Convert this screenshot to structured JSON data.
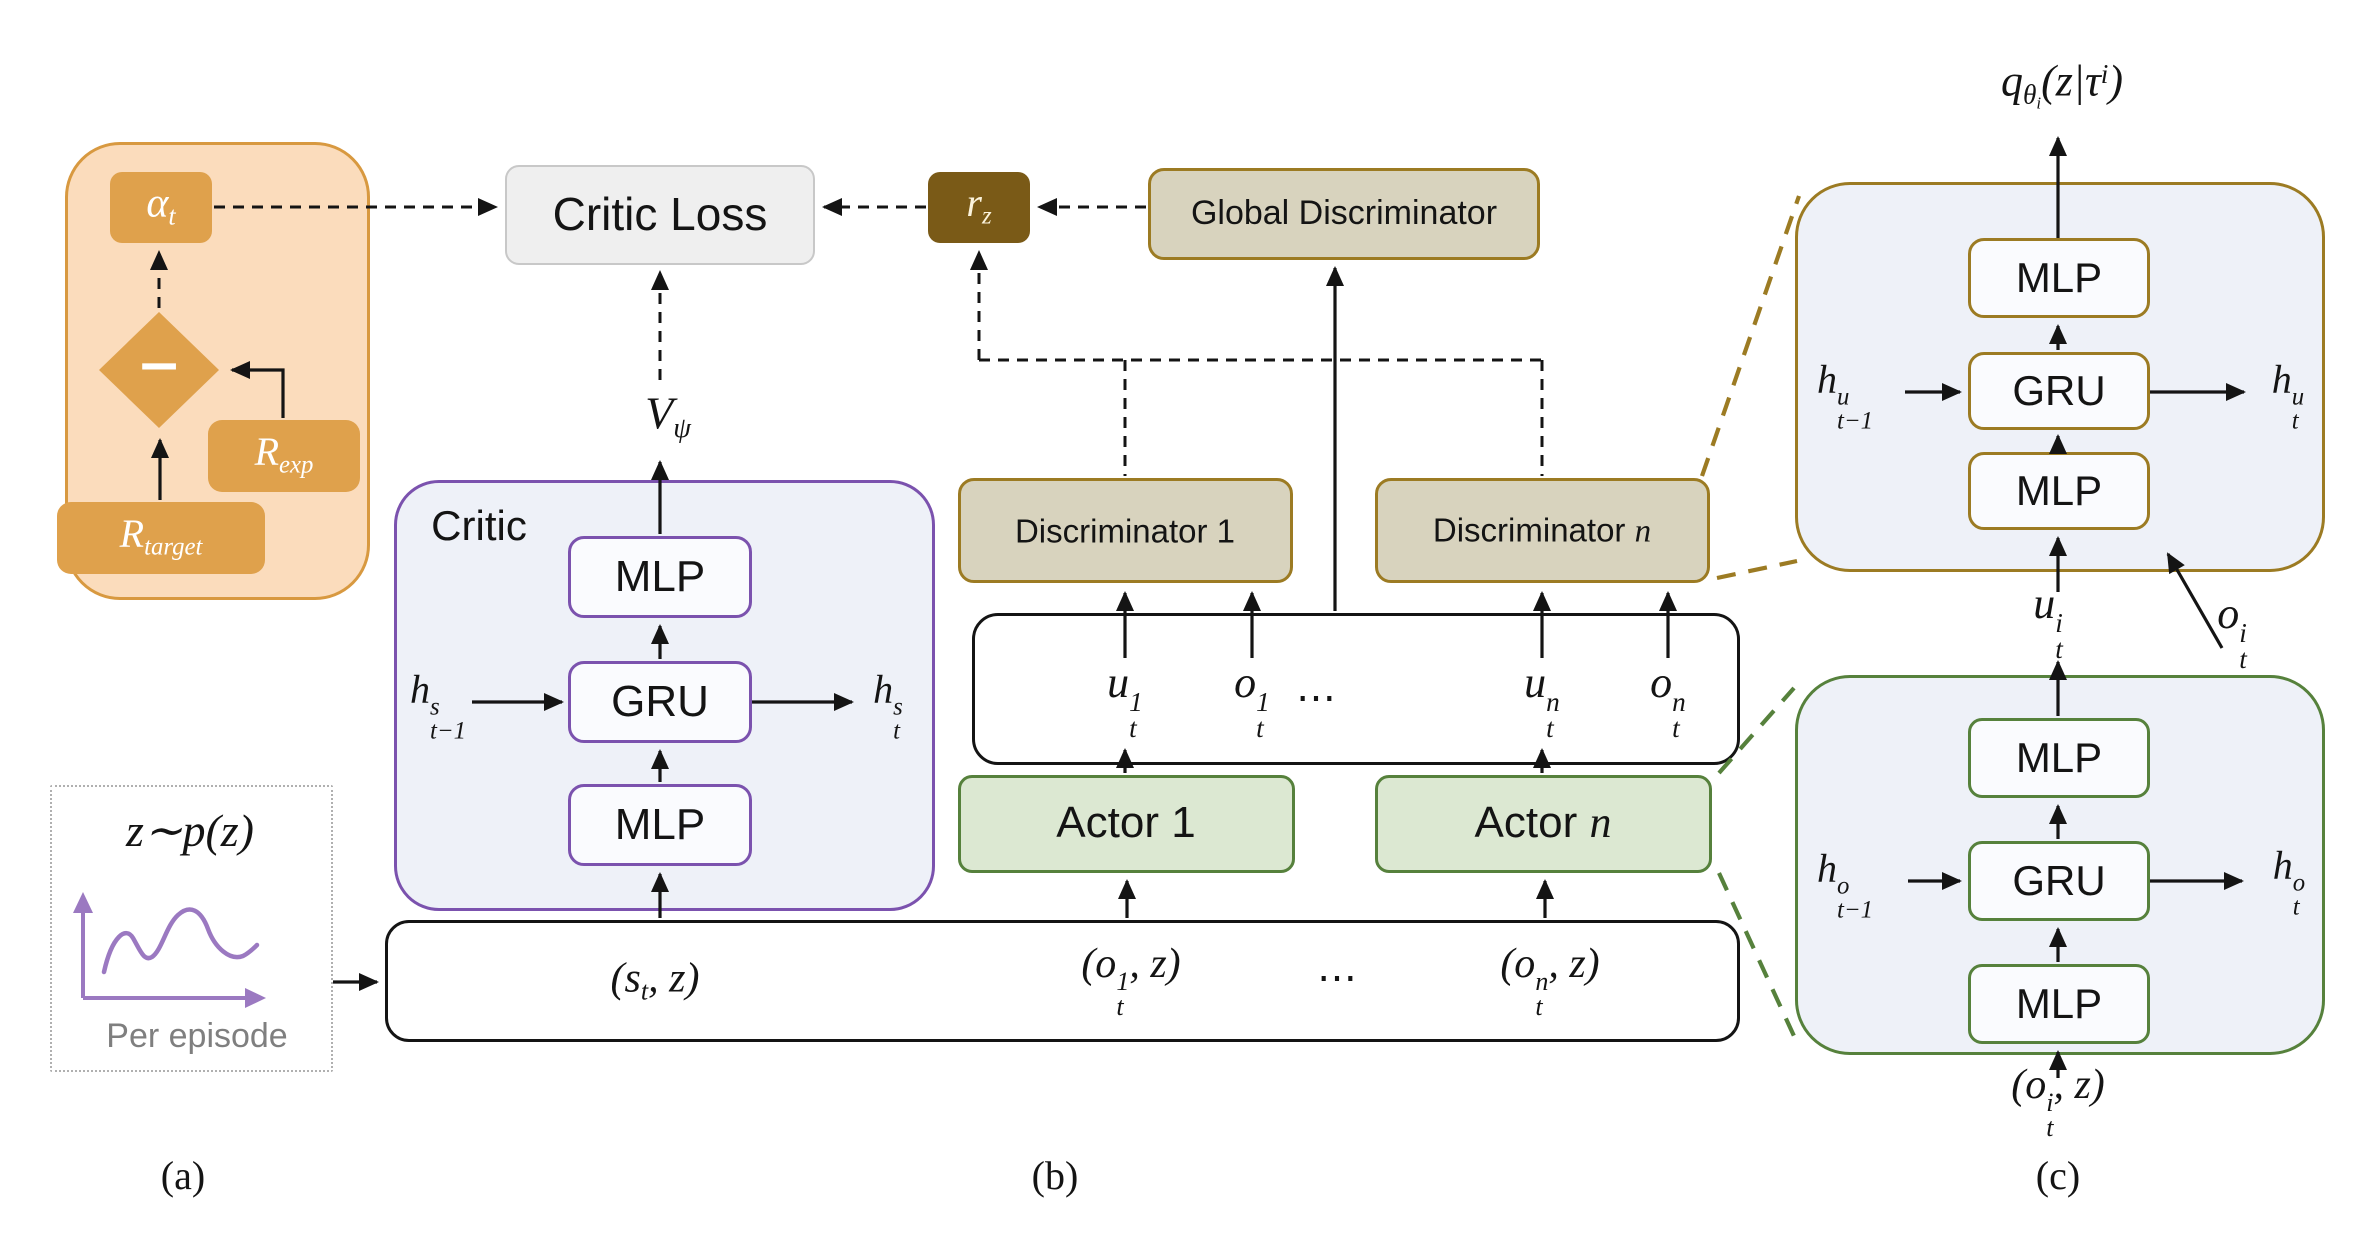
{
  "panel_a": {
    "alpha": {
      "base": "α",
      "sub": "t"
    },
    "operator": "−",
    "r_exp": {
      "base": "R",
      "sub": "exp"
    },
    "r_target": {
      "base": "R",
      "sub": "target"
    },
    "z_prior": "z∼p(z)",
    "per_episode": "Per episode",
    "caption": "(a)"
  },
  "panel_b": {
    "critic_loss": "Critic Loss",
    "v": {
      "base": "V",
      "sub": "ψ"
    },
    "critic_title": "Critic",
    "critic_mlp_top": "MLP",
    "critic_gru": "GRU",
    "critic_mlp_bottom": "MLP",
    "critic_h_in": {
      "base": "h",
      "sup": "s",
      "sub": "t−1"
    },
    "critic_h_out": {
      "base": "h",
      "sup": "s",
      "sub": "t"
    },
    "r_z": {
      "base": "r",
      "sub": "z"
    },
    "global_discriminator": "Global Discriminator",
    "discriminator_1": {
      "prefix": "Discriminator",
      "index": "1"
    },
    "discriminator_n": {
      "prefix": "Discriminator",
      "index": "n"
    },
    "u_1": {
      "base": "u",
      "sup": "1",
      "sub": "t"
    },
    "o_1": {
      "base": "o",
      "sup": "1",
      "sub": "t"
    },
    "dots_uo": "⋯",
    "u_n": {
      "base": "u",
      "sup": "n",
      "sub": "t"
    },
    "o_n": {
      "base": "o",
      "sup": "n",
      "sub": "t"
    },
    "actor_1": {
      "prefix": "Actor",
      "index": "1"
    },
    "actor_n": {
      "prefix": "Actor",
      "index": "n"
    },
    "input_s": {
      "open": "(s",
      "sub": "t",
      "close": ", z)"
    },
    "input_o1": {
      "open": "(o",
      "sup": "1",
      "sub": "t",
      "close": ", z)"
    },
    "dots_input": "⋯",
    "input_on": {
      "open": "(o",
      "sup": "n",
      "sub": "t",
      "close": ", z)"
    },
    "caption": "(b)"
  },
  "panel_c": {
    "q_label": {
      "base": "q",
      "sub_base": "θ",
      "sub_sub": "i",
      "mid": "(z|τ",
      "sup": "i",
      "close": ")"
    },
    "top": {
      "mlp_top": "MLP",
      "gru": "GRU",
      "mlp_bottom": "MLP",
      "h_in": {
        "base": "h",
        "sup": "u",
        "sub": "t−1"
      },
      "h_out": {
        "base": "h",
        "sup": "u",
        "sub": "t"
      }
    },
    "u_i": {
      "base": "u",
      "sup": "i",
      "sub": "t"
    },
    "o_i": {
      "base": "o",
      "sup": "i",
      "sub": "t"
    },
    "bottom": {
      "mlp_top": "MLP",
      "gru": "GRU",
      "mlp_bottom": "MLP",
      "h_in": {
        "base": "h",
        "sup": "o",
        "sub": "t−1"
      },
      "h_out": {
        "base": "h",
        "sup": "o",
        "sub": "t"
      },
      "input": {
        "open": "(o",
        "sup": "i",
        "sub": "t",
        "close": ", z)"
      }
    },
    "caption": "(c)"
  },
  "colors": {
    "orange_fill": "#FBDCBC",
    "orange_accent": "#DFA14C",
    "orange_border": "#D89940",
    "rz_fill": "#7A5A17",
    "tan_fill": "#D8D3BE",
    "tan_border": "#9C7B23",
    "purple": "#7B52AE",
    "panel_fill": "#EEF1F8",
    "green_border": "#56813C",
    "green_fill": "#DCE8D2",
    "gray_fill": "#EFEFEF",
    "curve_purple": "#9B79C1",
    "gray_text": "#7F7F7F"
  }
}
